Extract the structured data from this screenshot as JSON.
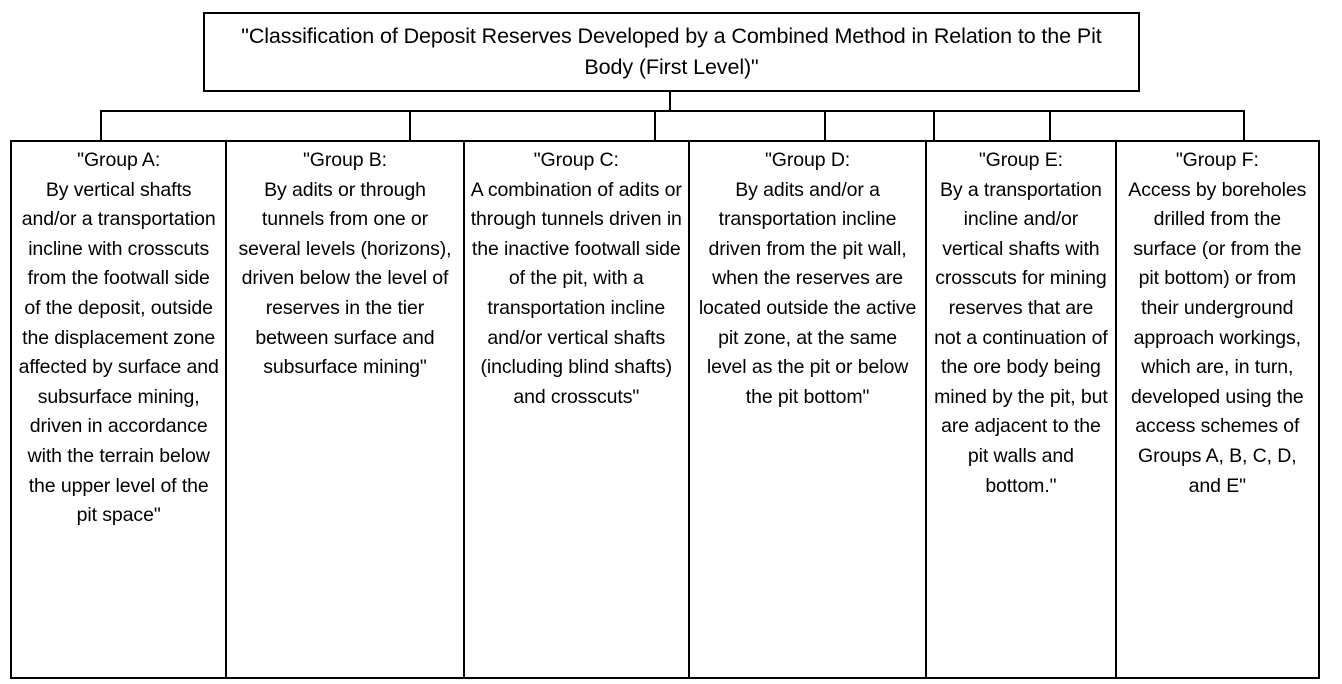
{
  "diagram": {
    "title": "\"Classification of Deposit Reserves Developed by a Combined Method in Relation to the Pit Body (First Level)\"",
    "groups": [
      {
        "id": "group-a",
        "label": "Group A",
        "text": "\"Group A:\nBy vertical shafts and/or a transportation incline with crosscuts from the footwall side of the deposit, outside the displacement zone affected by surface and subsurface mining, driven in accordance with the terrain below the upper level of the pit space\""
      },
      {
        "id": "group-b",
        "label": "Group B",
        "text": "\"Group B:\nBy adits or through tunnels from one or several levels (horizons), driven below the level of reserves in the tier between surface and subsurface mining\""
      },
      {
        "id": "group-c",
        "label": "Group C",
        "text": "\"Group C:\nA combination of adits or through tunnels driven in the inactive footwall side of the pit, with a transportation incline and/or vertical shafts (including blind shafts) and crosscuts\""
      },
      {
        "id": "group-d",
        "label": "Group D",
        "text": "\"Group D:\nBy adits and/or a transportation incline driven from the pit wall, when the reserves are located outside the active pit zone, at the same level as the pit or below the pit bottom\""
      },
      {
        "id": "group-e",
        "label": "Group E",
        "text": "\"Group E:\nBy a transportation incline and/or vertical shafts with crosscuts for mining reserves that are not a continuation of the ore body being mined by the pit, but are adjacent to the pit walls and bottom.\""
      },
      {
        "id": "group-f",
        "label": "Group F",
        "text": "\"Group F:\nAccess by boreholes drilled from the surface (or from the pit bottom) or from their underground approach workings, which are, in turn, developed using the access schemes of Groups A, B, C, D, and E\""
      }
    ],
    "colors": {
      "line": "#000000",
      "background": "#ffffff",
      "text": "#000000"
    }
  }
}
